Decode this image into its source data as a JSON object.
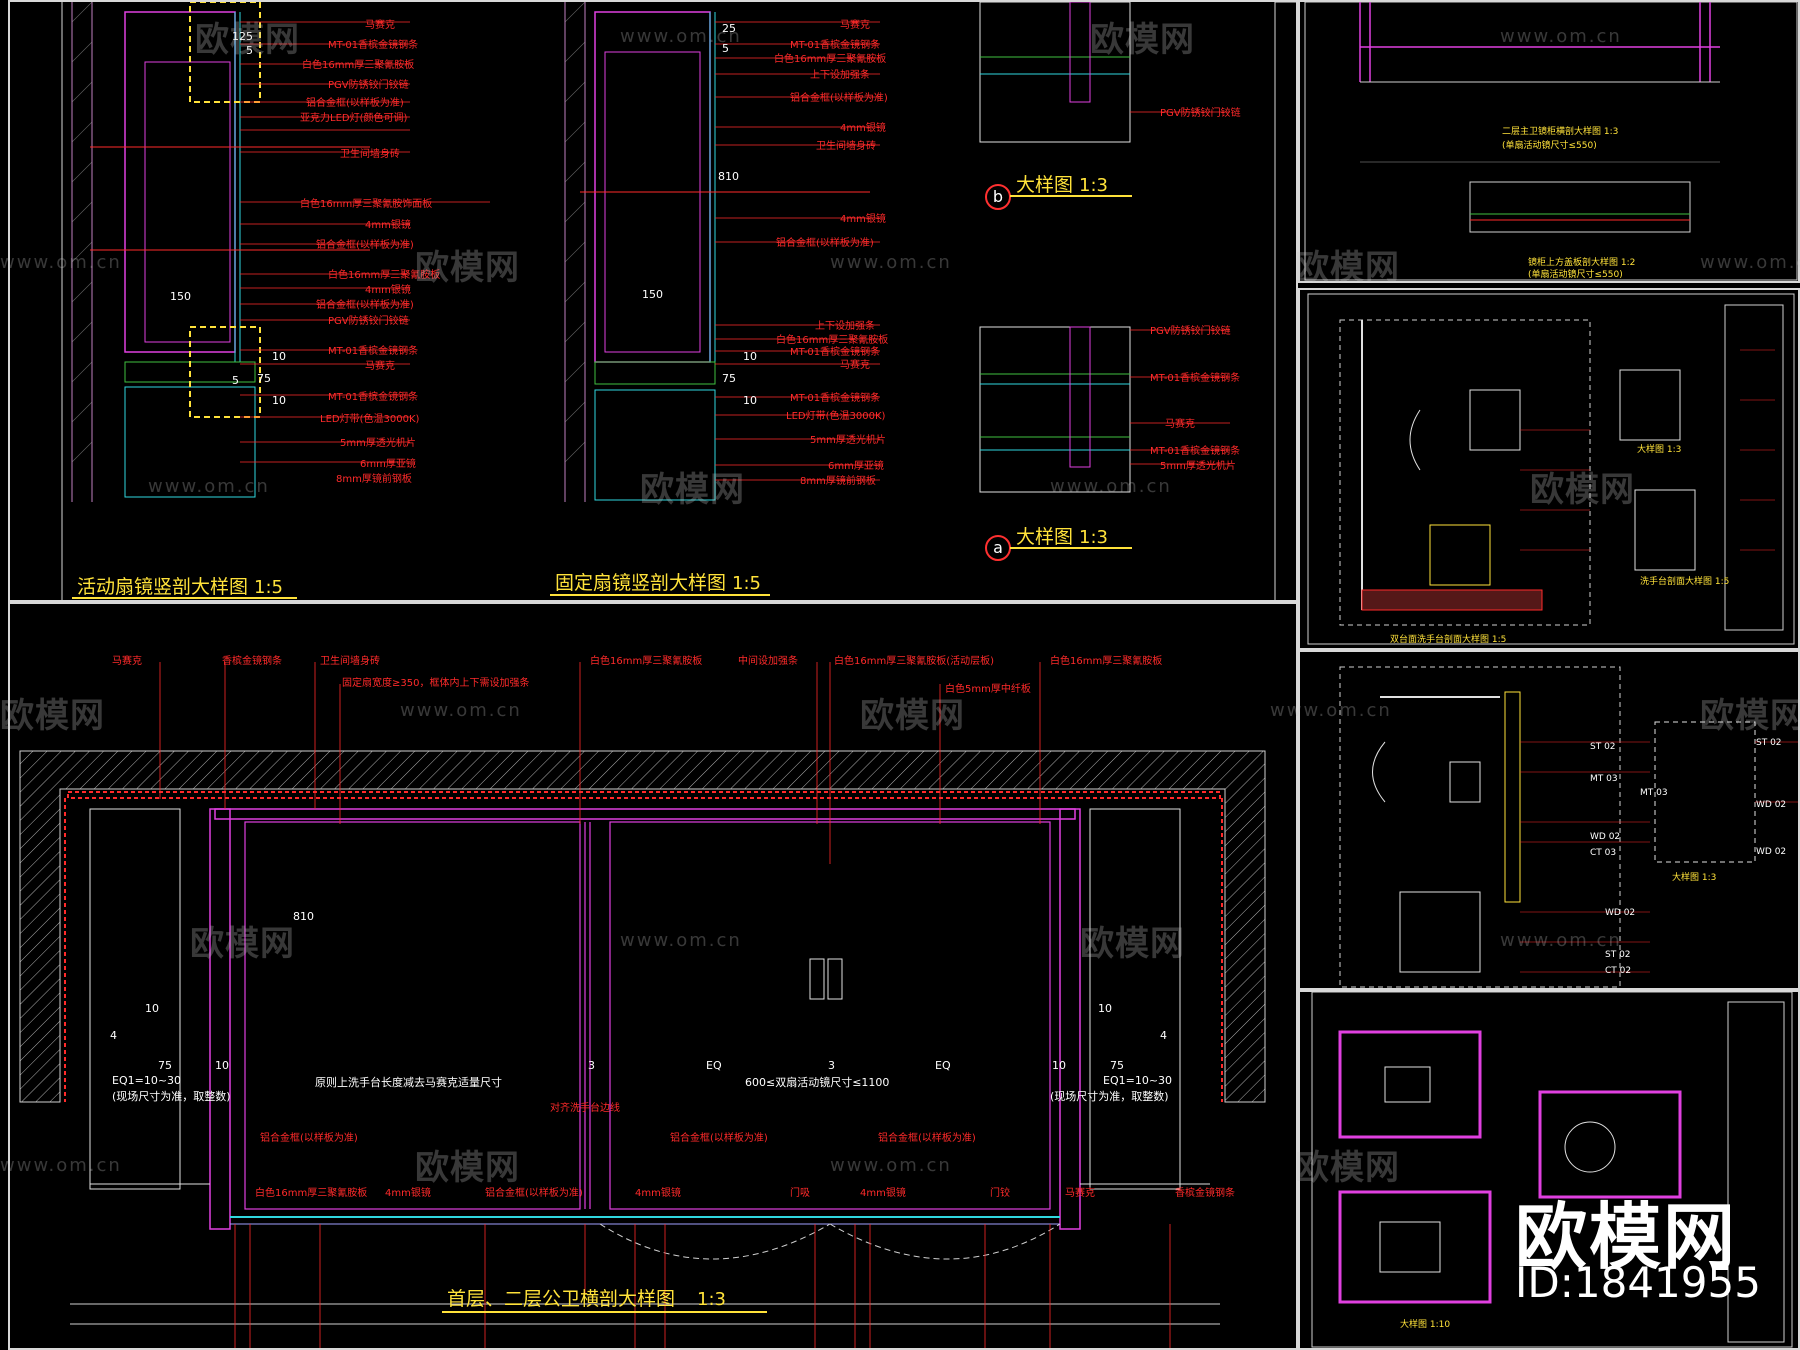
{
  "panels": {
    "top_left": {
      "title_left": "活动扇镜竖剖大样图",
      "scale_left": "1:5",
      "title_mid": "固定扇镜竖剖大样图",
      "scale_mid": "1:5",
      "detail_b": {
        "marker": "b",
        "title": "大样图",
        "scale": "1:3"
      },
      "detail_a": {
        "marker": "a",
        "title": "大样图",
        "scale": "1:3"
      },
      "labels_left": [
        "马赛克",
        "MT-01香槟金镜钢条",
        "白色16mm厚三聚氰胺板",
        "PGV防锈铰门铰链",
        "铝合金框(以样板为准)",
        "亚克力LED灯(颜色可调)",
        "卫生间墙身砖",
        "白色16mm厚三聚氰胺饰面板",
        "4mm银镜",
        "铝合金框(以样板为准)",
        "白色16mm厚三聚氰胺板",
        "4mm银镜",
        "铝合金框(以样板为准)",
        "PGV防锈铰门铰链",
        "MT-01香槟金镜钢条",
        "马赛克",
        "MT-01香槟金镜钢条",
        "LED灯带(色温3000K)",
        "5mm厚透光机片",
        "6mm厚亚镜",
        "8mm厚镜前钢板"
      ],
      "labels_mid": [
        "马赛克",
        "MT-01香槟金镜钢条",
        "白色16mm厚三聚氰胺板",
        "上下设加强条",
        "铝合金框(以样板为准)",
        "4mm银镜",
        "卫生间墙身砖",
        "4mm银镜",
        "铝合金框(以样板为准)",
        "上下设加强条",
        "白色16mm厚三聚氰胺板",
        "MT-01香槟金镜钢条",
        "马赛克",
        "MT-01香槟金镜钢条",
        "LED灯带(色温3000K)",
        "5mm厚透光机片",
        "6mm厚亚镜",
        "8mm厚镜前钢板"
      ],
      "labels_detail_b": [
        "PGV防锈铰门铰链"
      ],
      "labels_detail_a": [
        "PGV防锈铰门铰链",
        "MT-01香槟金镜钢条",
        "马赛克",
        "MT-01香槟金镜钢条",
        "5mm厚透光机片"
      ],
      "dims_left": [
        "125",
        "5",
        "150",
        "5",
        "75",
        "10",
        "10"
      ],
      "dims_mid": [
        "25",
        "5",
        "810",
        "150",
        "75",
        "10",
        "10"
      ]
    },
    "bottom_left": {
      "title": "首层、二层公卫横剖大样图",
      "scale": "1:3",
      "labels_top": [
        "马赛克",
        "香槟金镜钢条",
        "卫生间墙身砖",
        "固定扇宽度≥350，框体内上下需设加强条",
        "白色16mm厚三聚氰胺板",
        "中间设加强条",
        "白色16mm厚三聚氰胺板(活动层板)",
        "白色5mm厚中纤板",
        "白色16mm厚三聚氰胺板"
      ],
      "labels_bottom": [
        "铝合金框(以样板为准)",
        "白色16mm厚三聚氰胺板",
        "4mm银镜",
        "铝合金框(以样板为准)",
        "对齐洗手台边线",
        "4mm银镜",
        "铝合金框(以样板为准)",
        "铝合金框(以样板为准)",
        "门吸",
        "4mm银镜",
        "门铰",
        "马赛克",
        "香槟金镜钢条"
      ],
      "dims": [
        "10",
        "4",
        "75",
        "10",
        "3",
        "EQ",
        "3",
        "EQ",
        "10",
        "4",
        "75",
        "10",
        "810"
      ],
      "dim_text_left": "EQ1=10~30",
      "dim_note_left": "(现场尺寸为准，取整数)",
      "dim_text_mid1": "原则上洗手台长度减去马赛克适量尺寸",
      "dim_text_mid2": "600≤双扇活动镜尺寸≤1100",
      "dim_text_right": "EQ1=10~30",
      "dim_note_right": "(现场尺寸为准，取整数)"
    },
    "right_1": {
      "title_a": "二层主卫镜柜横剖大样图",
      "scale_a": "1:3",
      "sub_a": "(单扇活动镜尺寸≤550)",
      "title_b": "镜柜上方盖板剖大样图",
      "scale_b": "1:2",
      "sub_b": "(单扇活动镜尺寸≤550)"
    },
    "right_2": {
      "title_main": "双台面洗手台剖面大样图",
      "scale_main": "1:5",
      "title_detail": "大样图",
      "scale_detail": "1:3",
      "title_detail2": "洗手台剖面大样图",
      "scale_detail2": "1:5"
    },
    "right_3": {
      "title_detail": "大样图",
      "scale_detail": "1:3",
      "codes": [
        "ST 02",
        "MT 03",
        "WD 02",
        "CT 03",
        "WD 02",
        "ST 02",
        "CT 02",
        "ST 02",
        "MT 03",
        "WD 02",
        "WD 02"
      ]
    },
    "right_4": {
      "title_detail": "大样图",
      "scale_detail": "1:10"
    }
  },
  "watermark": {
    "text": "欧模网",
    "url": "www.om.cn",
    "brand_text": "欧模网",
    "id_text": "ID:1841955"
  },
  "colors": {
    "background": "#000000",
    "annotation": "#ff2a2a",
    "title": "#ffe23a",
    "frame": "#d8d8d8",
    "magenta": "#e040e0",
    "cyan": "#30d8e0"
  }
}
